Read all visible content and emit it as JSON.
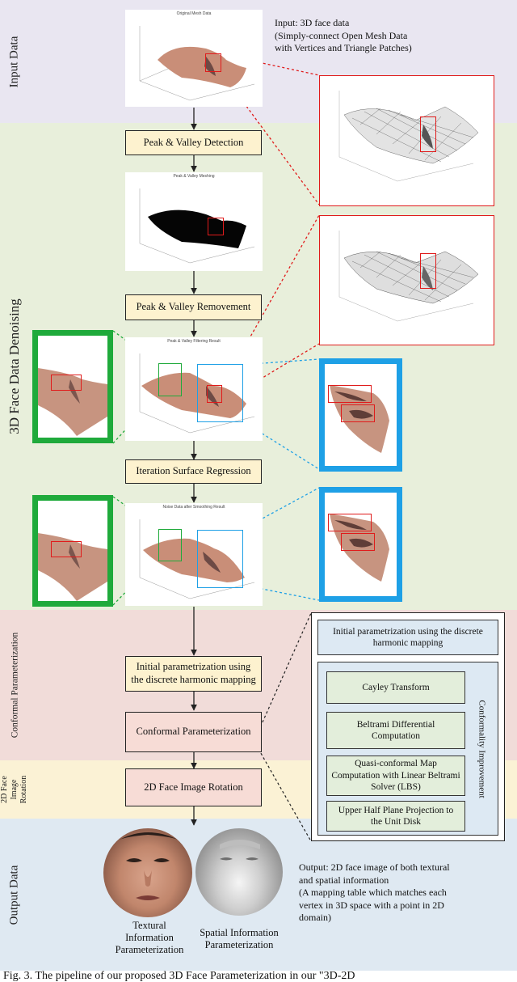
{
  "bands": {
    "input": {
      "label": "Input Data",
      "color": "#e9e6f1"
    },
    "denoising": {
      "label": "3D Face Data Denoising",
      "color": "#e8efdb"
    },
    "conformal": {
      "label": "Conformal Parameterization",
      "color": "#f1dcd9"
    },
    "rotation": {
      "label": "2D Face Image Rotation",
      "color": "#fbf2d5"
    },
    "output": {
      "label": "Output Data",
      "color": "#dfe9f2"
    }
  },
  "plot_titles": {
    "original": "Original Mesh Data",
    "peak_valley": "Peak & Valley Meshing",
    "peak_removed": "Peak & Valley Filtering Result",
    "regression": "Noise Data after Smoothing Result"
  },
  "input_note": {
    "line1": "Input: 3D face data",
    "line2": "(Simply-connect Open Mesh Data",
    "line3": "with Vertices and Triangle Patches)"
  },
  "steps": {
    "peak_detection": "Peak & Valley Detection",
    "peak_removement": "Peak & Valley Removement",
    "iteration": "Iteration Surface Regression",
    "initial_param": "Initial parametrization using the discrete harmonic mapping",
    "conformal_param": "Conformal Parameterization",
    "rotation": "2D Face Image Rotation"
  },
  "detail": {
    "initial": "Initial parametrization using the discrete harmonic mapping",
    "cayley": "Cayley Transform",
    "beltrami": "Beltrami Differential Computation",
    "quasi": "Quasi-conformal Map Computation with Linear Beltrami Solver (LBS)",
    "upper": "Upper Half Plane Projection to the Unit Disk",
    "side_label": "Conformality Improvement"
  },
  "output_note": {
    "line1": "Output: 2D face image of both textural",
    "line2": "and  spatial information",
    "line3": "(A mapping table which matches each",
    "line4": "vertex in 3D space with a point in 2D",
    "line5": "domain)"
  },
  "captions": {
    "textural": "Textural Information Parameterization",
    "spatial": "Spatial Information Parameterization"
  },
  "figure_caption": "Fig. 3.  The pipeline of our proposed 3D Face Parameterization in our \"3D-2D",
  "colors": {
    "red": "#e01b1b",
    "green": "#1faa3b",
    "blue": "#1ea0e6",
    "step_yellow": "#fdf2cf",
    "step_pink": "#f7dcd6",
    "detail_green": "#e3eedb",
    "detail_blue": "#dde9f3"
  }
}
